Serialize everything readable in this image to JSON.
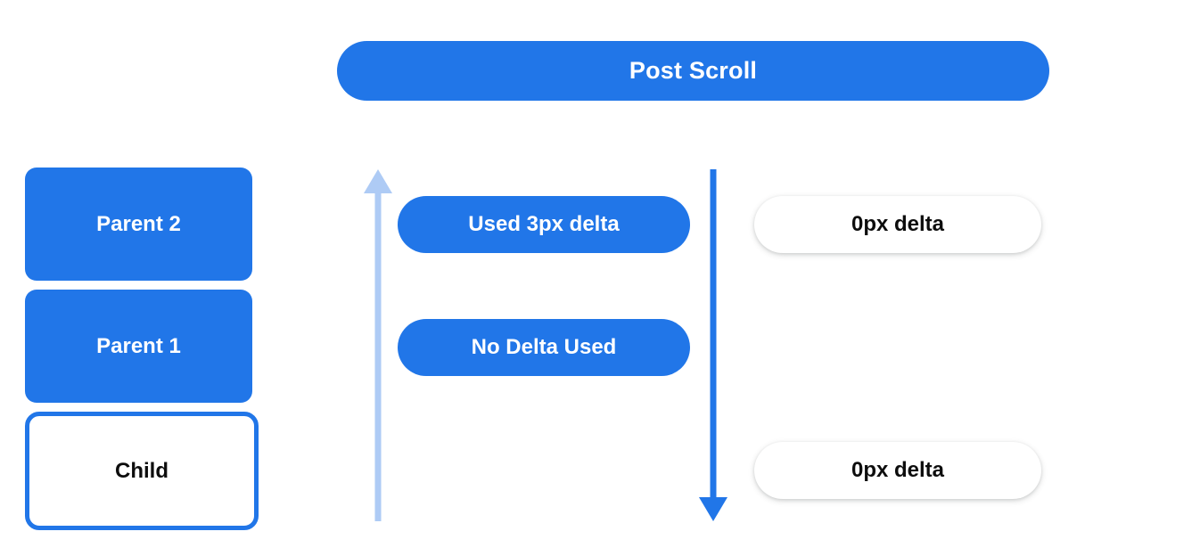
{
  "colors": {
    "blue": "#2176e8",
    "light_blue": "#aecbf5",
    "white": "#ffffff",
    "text_dark": "#0d0d0d",
    "background": "#ffffff"
  },
  "banner": {
    "title": "Post Scroll"
  },
  "left_stack": {
    "items": [
      {
        "label": "Parent 2",
        "style": "filled"
      },
      {
        "label": "Parent 1",
        "style": "filled"
      },
      {
        "label": "Child",
        "style": "outlined"
      }
    ]
  },
  "arrows": {
    "up": {
      "icon": "arrow-up-icon",
      "direction": "up",
      "color": "#aecbf5"
    },
    "down": {
      "icon": "arrow-down-icon",
      "direction": "down",
      "color": "#2176e8"
    }
  },
  "middle_pills": [
    {
      "label": "Used 3px delta"
    },
    {
      "label": "No Delta Used"
    }
  ],
  "right_pills": [
    {
      "label": "0px delta"
    },
    {
      "label": "0px delta"
    }
  ]
}
